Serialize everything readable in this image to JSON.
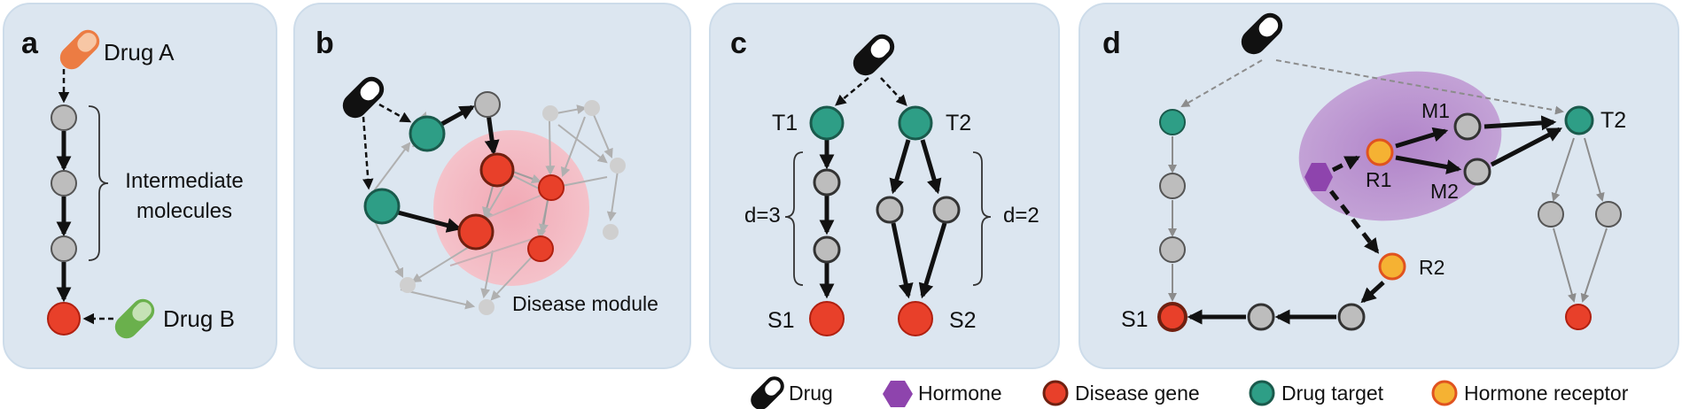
{
  "panels": {
    "a": {
      "letter": "a",
      "drug_a": "Drug A",
      "drug_b": "Drug B",
      "intermediate_line1": "Intermediate",
      "intermediate_line2": "molecules"
    },
    "b": {
      "letter": "b",
      "disease_module": "Disease module"
    },
    "c": {
      "letter": "c",
      "t1": "T1",
      "t2": "T2",
      "d3": "d=3",
      "d2": "d=2",
      "s1": "S1",
      "s2": "S2"
    },
    "d": {
      "letter": "d",
      "t2": "T2",
      "m1": "M1",
      "m2": "M2",
      "r1": "R1",
      "r2": "R2",
      "s1": "S1"
    }
  },
  "legend": {
    "drug": "Drug",
    "hormone": "Hormone",
    "disease_gene": "Disease gene",
    "drug_target": "Drug target",
    "hormone_receptor": "Hormone receptor"
  },
  "colors": {
    "panel_bg": "#dce6f0",
    "panel_border": "#c9d9e8",
    "gray_node": "#bdbdbd",
    "disease_gene": "#e8402a",
    "drug_target": "#2e9e86",
    "hormone_receptor": "#f5b233",
    "hormone": "#8e44ad",
    "drug_a": "#ec7c43",
    "drug_b": "#6ab04c",
    "disease_module": "#f0b6c0",
    "hormone_ellipse": "#b98ecf"
  }
}
